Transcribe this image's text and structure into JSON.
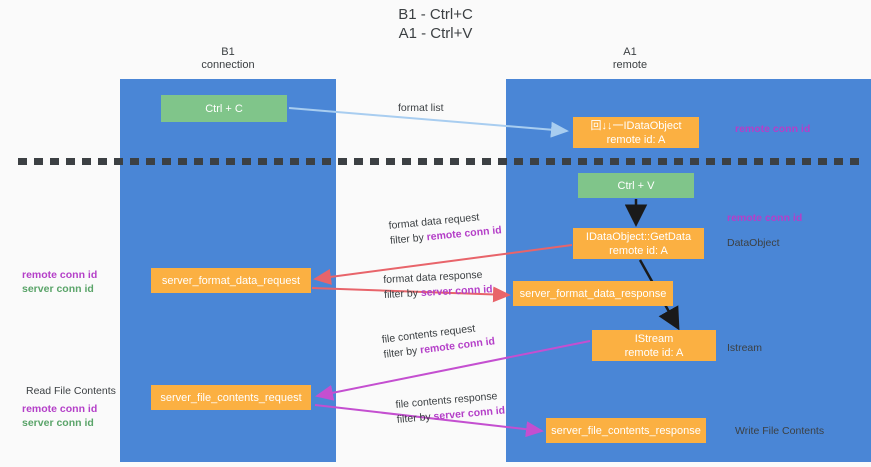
{
  "title": "B1 - Ctrl+C\nA1 - Ctrl+V",
  "columns": {
    "b1": {
      "heading": "B1\nconnection"
    },
    "a1": {
      "heading": "A1\nremote"
    }
  },
  "nodes": {
    "ctrl_c": "Ctrl + C",
    "idataobject": "回↓↓一IDataObject\nremote id: A",
    "ctrl_v": "Ctrl + V",
    "getdata": "IDataObject::GetData\nremote id: A",
    "server_format_data_request": "server_format_data_request",
    "server_format_data_response": "server_format_data_response",
    "istream": "IStream\nremote id: A",
    "server_file_contents_request": "server_file_contents_request",
    "server_file_contents_response": "server_file_contents_response"
  },
  "arrow_labels": {
    "format_list": "format list",
    "format_data_request_line1": "format data request",
    "format_data_request_filter_prefix": "filter by ",
    "format_data_request_filter_value": "remote conn id",
    "format_data_response_line1": "format data response",
    "format_data_response_filter_prefix": "filter by ",
    "format_data_response_filter_value": "server conn id",
    "file_contents_request_line1": "file contents request",
    "file_contents_request_filter_prefix": "filter by ",
    "file_contents_request_filter_value": "remote conn id",
    "file_contents_response_line1": "file contents response",
    "file_contents_response_filter_prefix": "filter by ",
    "file_contents_response_filter_value": "server conn id"
  },
  "annotations": {
    "remote_conn_id_top": "remote conn id",
    "remote_conn_id_mid": "remote conn id",
    "dataobject": "DataObject",
    "istream": "Istream",
    "write_file_contents": "Write File Contents",
    "read_file_contents": "Read File Contents",
    "left_remote_conn_id_1": "remote conn id",
    "left_server_conn_id_1": "server conn id",
    "left_remote_conn_id_2": "remote conn id",
    "left_server_conn_id_2": "server conn id"
  },
  "colors": {
    "column_blue": "#4a86d6",
    "node_green": "#80c58a",
    "node_orange": "#fbb042",
    "magenta": "#b43fc8",
    "green_text": "#5aa469",
    "arrow_light_blue": "#a8cdf0",
    "arrow_red": "#e8646a",
    "arrow_magenta": "#c44fd0",
    "arrow_black": "#1a1a1a",
    "background": "#fafafa"
  }
}
